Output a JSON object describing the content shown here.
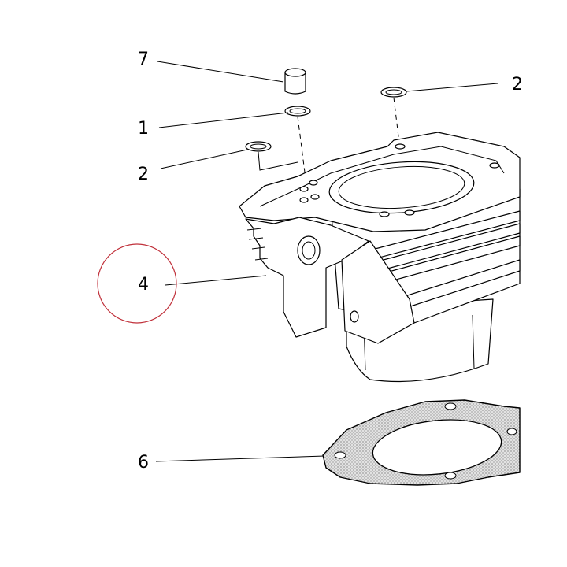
{
  "callouts": {
    "part_7": "7",
    "part_1": "1",
    "part_2_left": "2",
    "part_2_right": "2",
    "part_4": "4",
    "part_6": "6"
  },
  "highlight": {
    "target": "part_4",
    "color": "#c0303a"
  },
  "colors": {
    "line": "#000000",
    "gasket_fill": "#d8d8d8",
    "background": "#ffffff"
  }
}
